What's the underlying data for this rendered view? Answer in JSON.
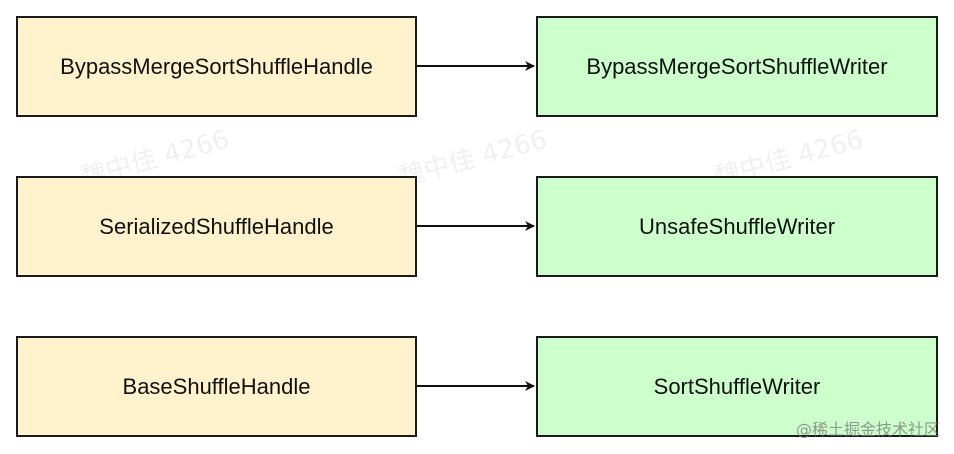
{
  "colors": {
    "handle_fill": "#fff2cc",
    "writer_fill": "#ccffcc",
    "stroke": "#1a1a1a",
    "arrow": "#111111"
  },
  "rows": [
    {
      "handle": "BypassMergeSortShuffleHandle",
      "writer": "BypassMergeSortShuffleWriter"
    },
    {
      "handle": "SerializedShuffleHandle",
      "writer": "UnsafeShuffleWriter"
    },
    {
      "handle": "BaseShuffleHandle",
      "writer": "SortShuffleWriter"
    }
  ],
  "watermark": {
    "repeat_text": "魏中佳 4266",
    "corner_text": "@稀土掘金技术社区"
  }
}
